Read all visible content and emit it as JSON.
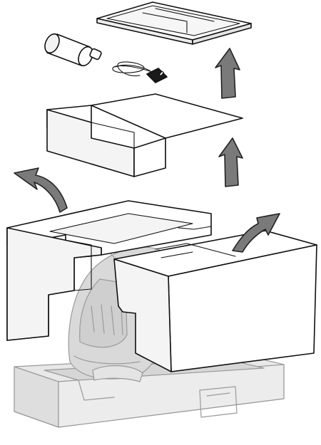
{
  "figure": {
    "subject": "packaging-unpacking-illustration",
    "colors": {
      "outline": "#111111",
      "arrow_fill": "#7a7a7a",
      "ghost_fill": "#e6e6e6",
      "ghost_line": "#9a9a9a",
      "foam_fill": "#ffffff",
      "foam_side": "#f4f4f4",
      "device_fill": "#d8d8d8"
    },
    "parts": [
      "manual-tray",
      "cylinder",
      "power-cord",
      "foam-insert",
      "left-foam-block",
      "right-foam-block",
      "device",
      "box-base"
    ],
    "arrows": [
      {
        "name": "arrow-up-top",
        "direction": "up"
      },
      {
        "name": "arrow-up-mid",
        "direction": "up"
      },
      {
        "name": "arrow-curve-left",
        "direction": "up-left"
      },
      {
        "name": "arrow-curve-right",
        "direction": "up-right"
      }
    ]
  }
}
